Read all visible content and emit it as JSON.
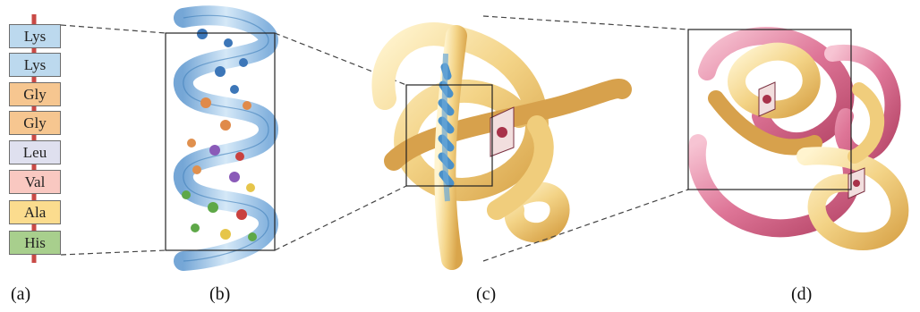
{
  "residues": [
    {
      "label": "Lys",
      "color": "#bcd9ee"
    },
    {
      "label": "Lys",
      "color": "#bcd9ee"
    },
    {
      "label": "Gly",
      "color": "#f6c690"
    },
    {
      "label": "Gly",
      "color": "#f6c690"
    },
    {
      "label": "Leu",
      "color": "#dfe0ef"
    },
    {
      "label": "Val",
      "color": "#f9c8c1"
    },
    {
      "label": "Ala",
      "color": "#fbdc8e"
    },
    {
      "label": "His",
      "color": "#a8cf8d"
    }
  ],
  "panel_labels": [
    "(a)",
    "(b)",
    "(c)",
    "(d)"
  ],
  "colors": {
    "backbone": "#c94a46",
    "helix": "#7fb3df",
    "tertiary_ribbon": "#f4d27e",
    "quaternary_pink": "#d9668c",
    "heme": "#a8324a"
  }
}
